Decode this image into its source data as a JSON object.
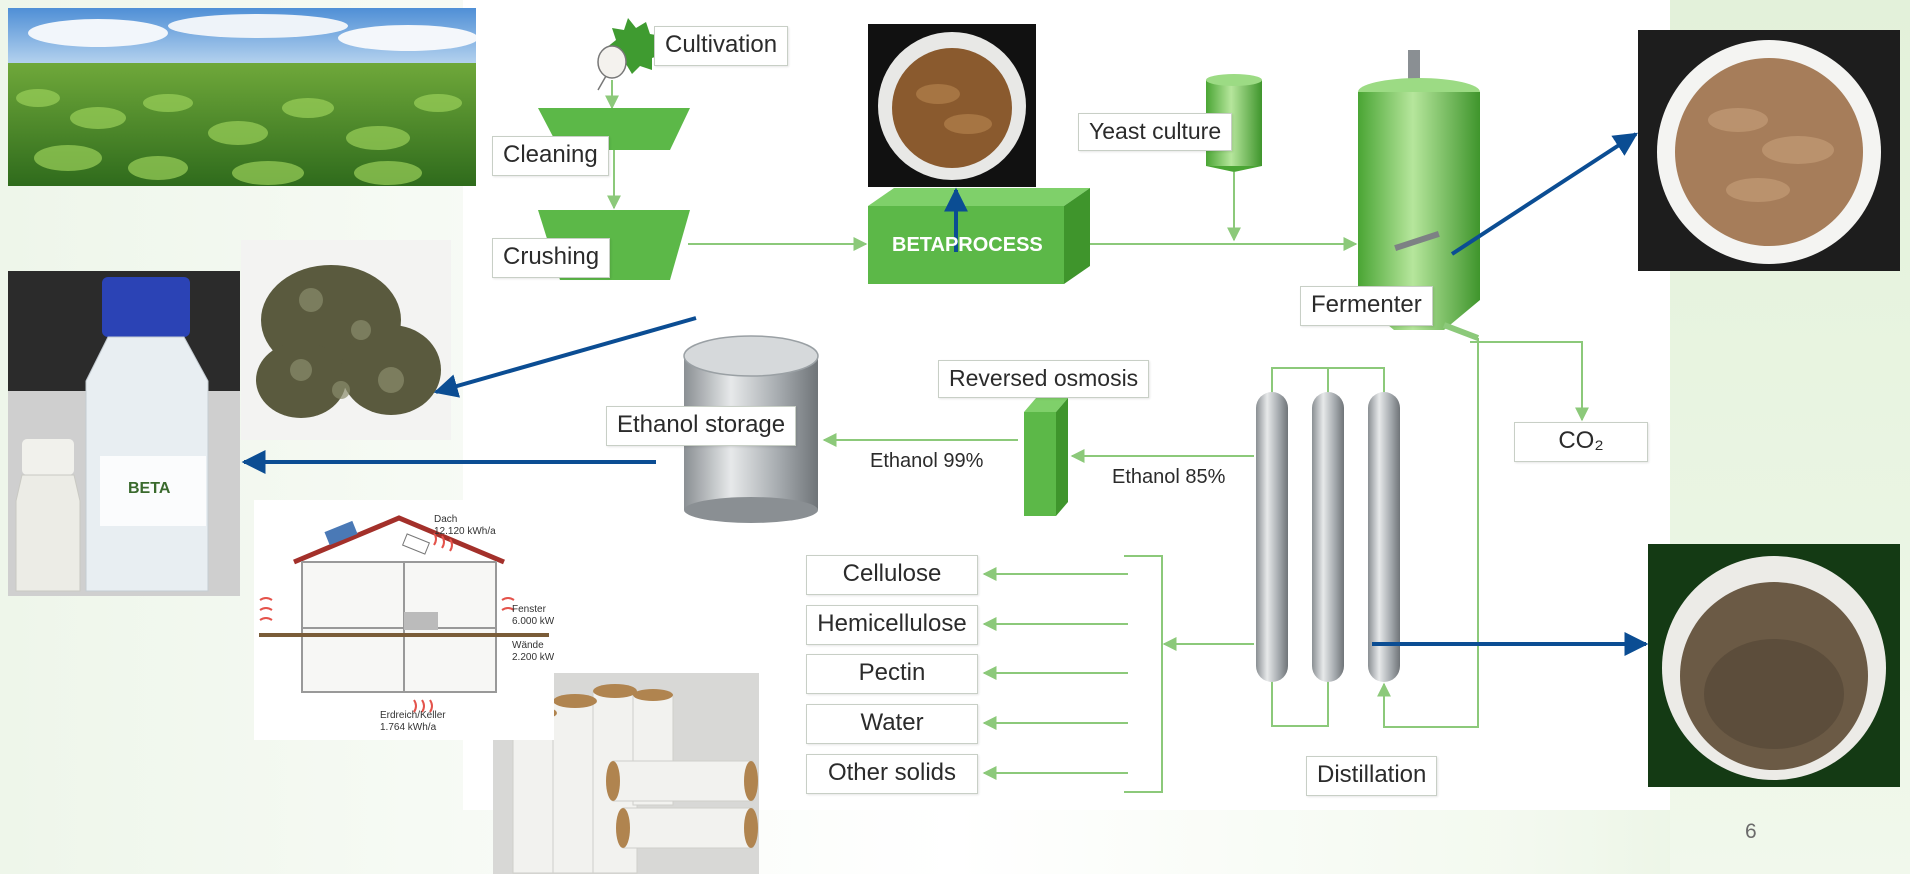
{
  "flow": {
    "cultivation": "Cultivation",
    "cleaning": "Cleaning",
    "crushing": "Crushing",
    "betaprocess": "BETAPROCESS",
    "yeast_culture": "Yeast culture",
    "fermenter": "Fermenter",
    "co2": "CO₂",
    "reversed_osmosis": "Reversed osmosis",
    "ethanol_storage": "Ethanol storage",
    "ethanol_99": "Ethanol 99%",
    "ethanol_85": "Ethanol 85%",
    "distillation": "Distillation",
    "outputs": [
      "Cellulose",
      "Hemicellulose",
      "Pectin",
      "Water",
      "Other solids"
    ]
  },
  "house": {
    "roof_label": "Dach",
    "roof_value": "12.120 kWh/a",
    "window_label": "Fenster",
    "window_value": "6.000 kWh/a",
    "wall_label": "Wände",
    "wall_value": "2.200 kW",
    "ground_label": "Erdreich/Keller",
    "ground_value": "1.764 kWh/a"
  },
  "bottle": {
    "brand": "BETA"
  },
  "page_number": "6",
  "colors": {
    "process_green": "#5cb848",
    "line_green": "#8cc97a",
    "blue_arrow": "#0b4d93",
    "steel": "#b5b9bc"
  }
}
